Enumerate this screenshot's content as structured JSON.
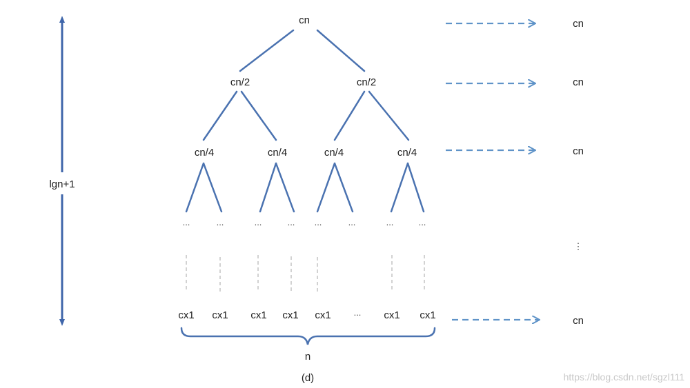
{
  "colors": {
    "tree_line": "#4a72b0",
    "height_arrow": "#3f66aa",
    "dashed_arrow": "#5f93c8",
    "guide_dash": "#b5b5b5",
    "brace": "#4a72b0",
    "text": "#222222",
    "watermark": "#c8c8c8"
  },
  "tree": {
    "root": "cn",
    "level1": [
      "cn/2",
      "cn/2"
    ],
    "level2": [
      "cn/4",
      "cn/4",
      "cn/4",
      "cn/4"
    ],
    "level3": [
      "...",
      "...",
      "...",
      "...",
      "...",
      "...",
      "...",
      "..."
    ],
    "leaves": [
      "cx1",
      "cx1",
      "cx1",
      "cx1",
      "cx1",
      "...",
      "cx1",
      "cx1"
    ]
  },
  "height_label": "lgn+1",
  "level_costs": [
    "cn",
    "cn",
    "cn",
    "cn"
  ],
  "cost_ellipsis": "⋮",
  "brace_label": "n",
  "caption": "(d)",
  "watermark": "https://blog.csdn.net/sgzl111"
}
